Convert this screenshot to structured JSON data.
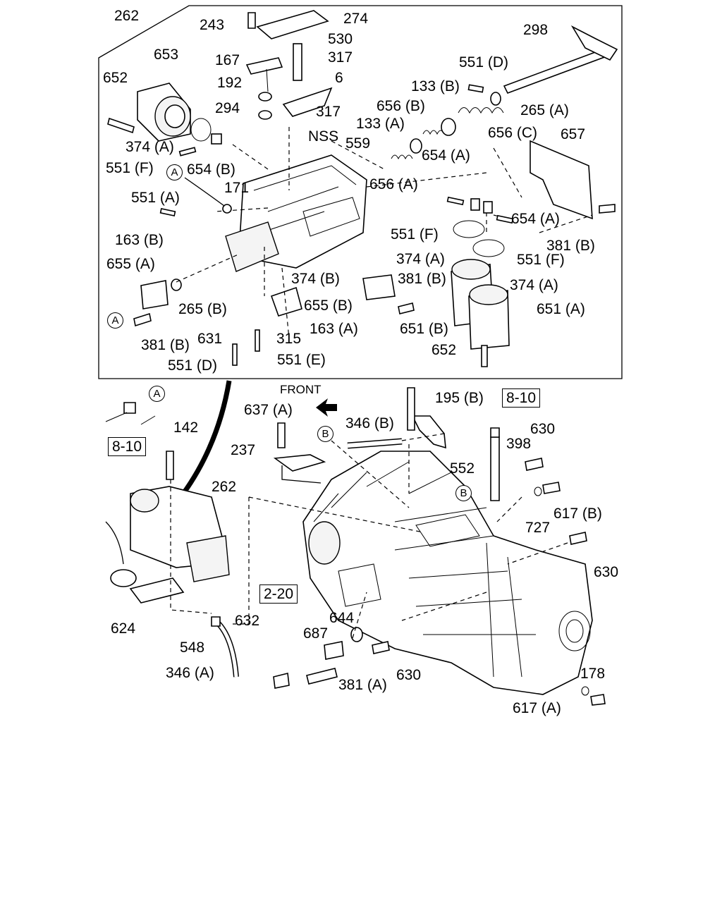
{
  "upper_labels": [
    "262",
    "243",
    "274",
    "530",
    "317",
    "167",
    "6",
    "192",
    "653",
    "652",
    "294",
    "317",
    "NSS",
    "559",
    "298",
    "551 (D)",
    "133 (B)",
    "265 (A)",
    "656 (B)",
    "656 (C)",
    "133 (A)",
    "657",
    "374 (A)",
    "551 (F)",
    "654 (B)",
    "654 (A)",
    "656 (A)",
    "171",
    "551 (A)",
    "551 (F)",
    "654 (A)",
    "163 (B)",
    "381 (B)",
    "374 (A)",
    "551 (F)",
    "655 (A)",
    "374 (B)",
    "381 (B)",
    "374 (A)",
    "265 (B)",
    "655 (B)",
    "651 (A)",
    "163 (A)",
    "651 (B)",
    "381 (B)",
    "631",
    "315",
    "652",
    "551 (D)",
    "551 (E)"
  ],
  "lower_labels": [
    "FRONT",
    "195 (B)",
    "637 (A)",
    "346 (B)",
    "142",
    "237",
    "630",
    "398",
    "552",
    "262",
    "617 (B)",
    "727",
    "630",
    "624",
    "632",
    "644",
    "548",
    "687",
    "630",
    "346 (A)",
    "381 (A)",
    "178",
    "617 (A)"
  ],
  "ref_boxes": [
    "8-10",
    "8-10",
    "2-20"
  ],
  "markers": [
    "A",
    "A",
    "A",
    "B",
    "B"
  ]
}
